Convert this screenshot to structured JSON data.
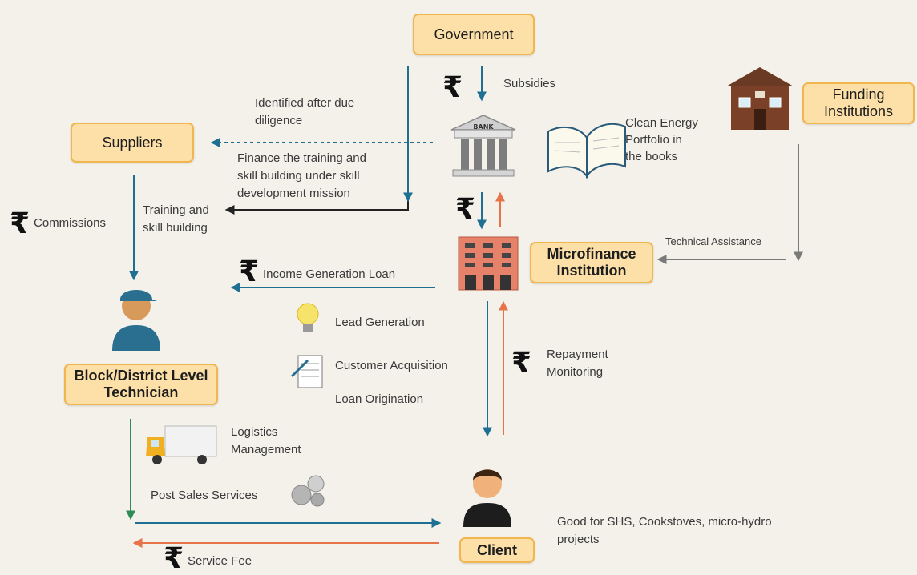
{
  "nodes": {
    "government": "Government",
    "funding": "Funding Institutions",
    "suppliers": "Suppliers",
    "microfinance": "Microfinance Institution",
    "technician": "Block/District Level Technician",
    "client": "Client"
  },
  "labels": {
    "subsidies": "Subsidies",
    "identified_l1": "Identified after due",
    "identified_l2": "diligence",
    "finance_l1": "Finance the training and",
    "finance_l2": "skill building under skill",
    "finance_l3": "development mission",
    "training_l1": "Training and",
    "training_l2": "skill building",
    "commissions": "Commissions",
    "clean_l1": "Clean Energy",
    "clean_l2": "Portfolio in",
    "clean_l3": "the books",
    "technical_assistance": "Technical Assistance",
    "income_loan": "Income Generation Loan",
    "lead_generation": "Lead Generation",
    "customer_acquisition": "Customer Acquisition",
    "loan_origination": "Loan Origination",
    "repayment_l1": "Repayment",
    "repayment_l2": "Monitoring",
    "logistics_l1": "Logistics",
    "logistics_l2": "Management",
    "post_sales": "Post Sales Services",
    "good_for_l1": "Good for SHS, Cookstoves, micro-hydro",
    "good_for_l2": "projects",
    "service_fee": "Service Fee",
    "bank_sign": "BANK"
  },
  "currency_symbol": "₹",
  "colors": {
    "background": "#f3f1ea",
    "node_fill": "#fde0a8",
    "node_border": "#f2b64e",
    "flow_blue": "#1f6f93",
    "flow_orange": "#e8724a",
    "flow_green": "#2e8b57",
    "flow_black": "#222222",
    "flow_gray": "#7a7a7a"
  },
  "icons": [
    "bank-icon",
    "building-icon",
    "open-book-icon",
    "house-icon",
    "technician-person-icon",
    "client-person-icon",
    "truck-icon",
    "lightbulb-icon",
    "form-icon",
    "gears-icon",
    "rupee-icon"
  ]
}
